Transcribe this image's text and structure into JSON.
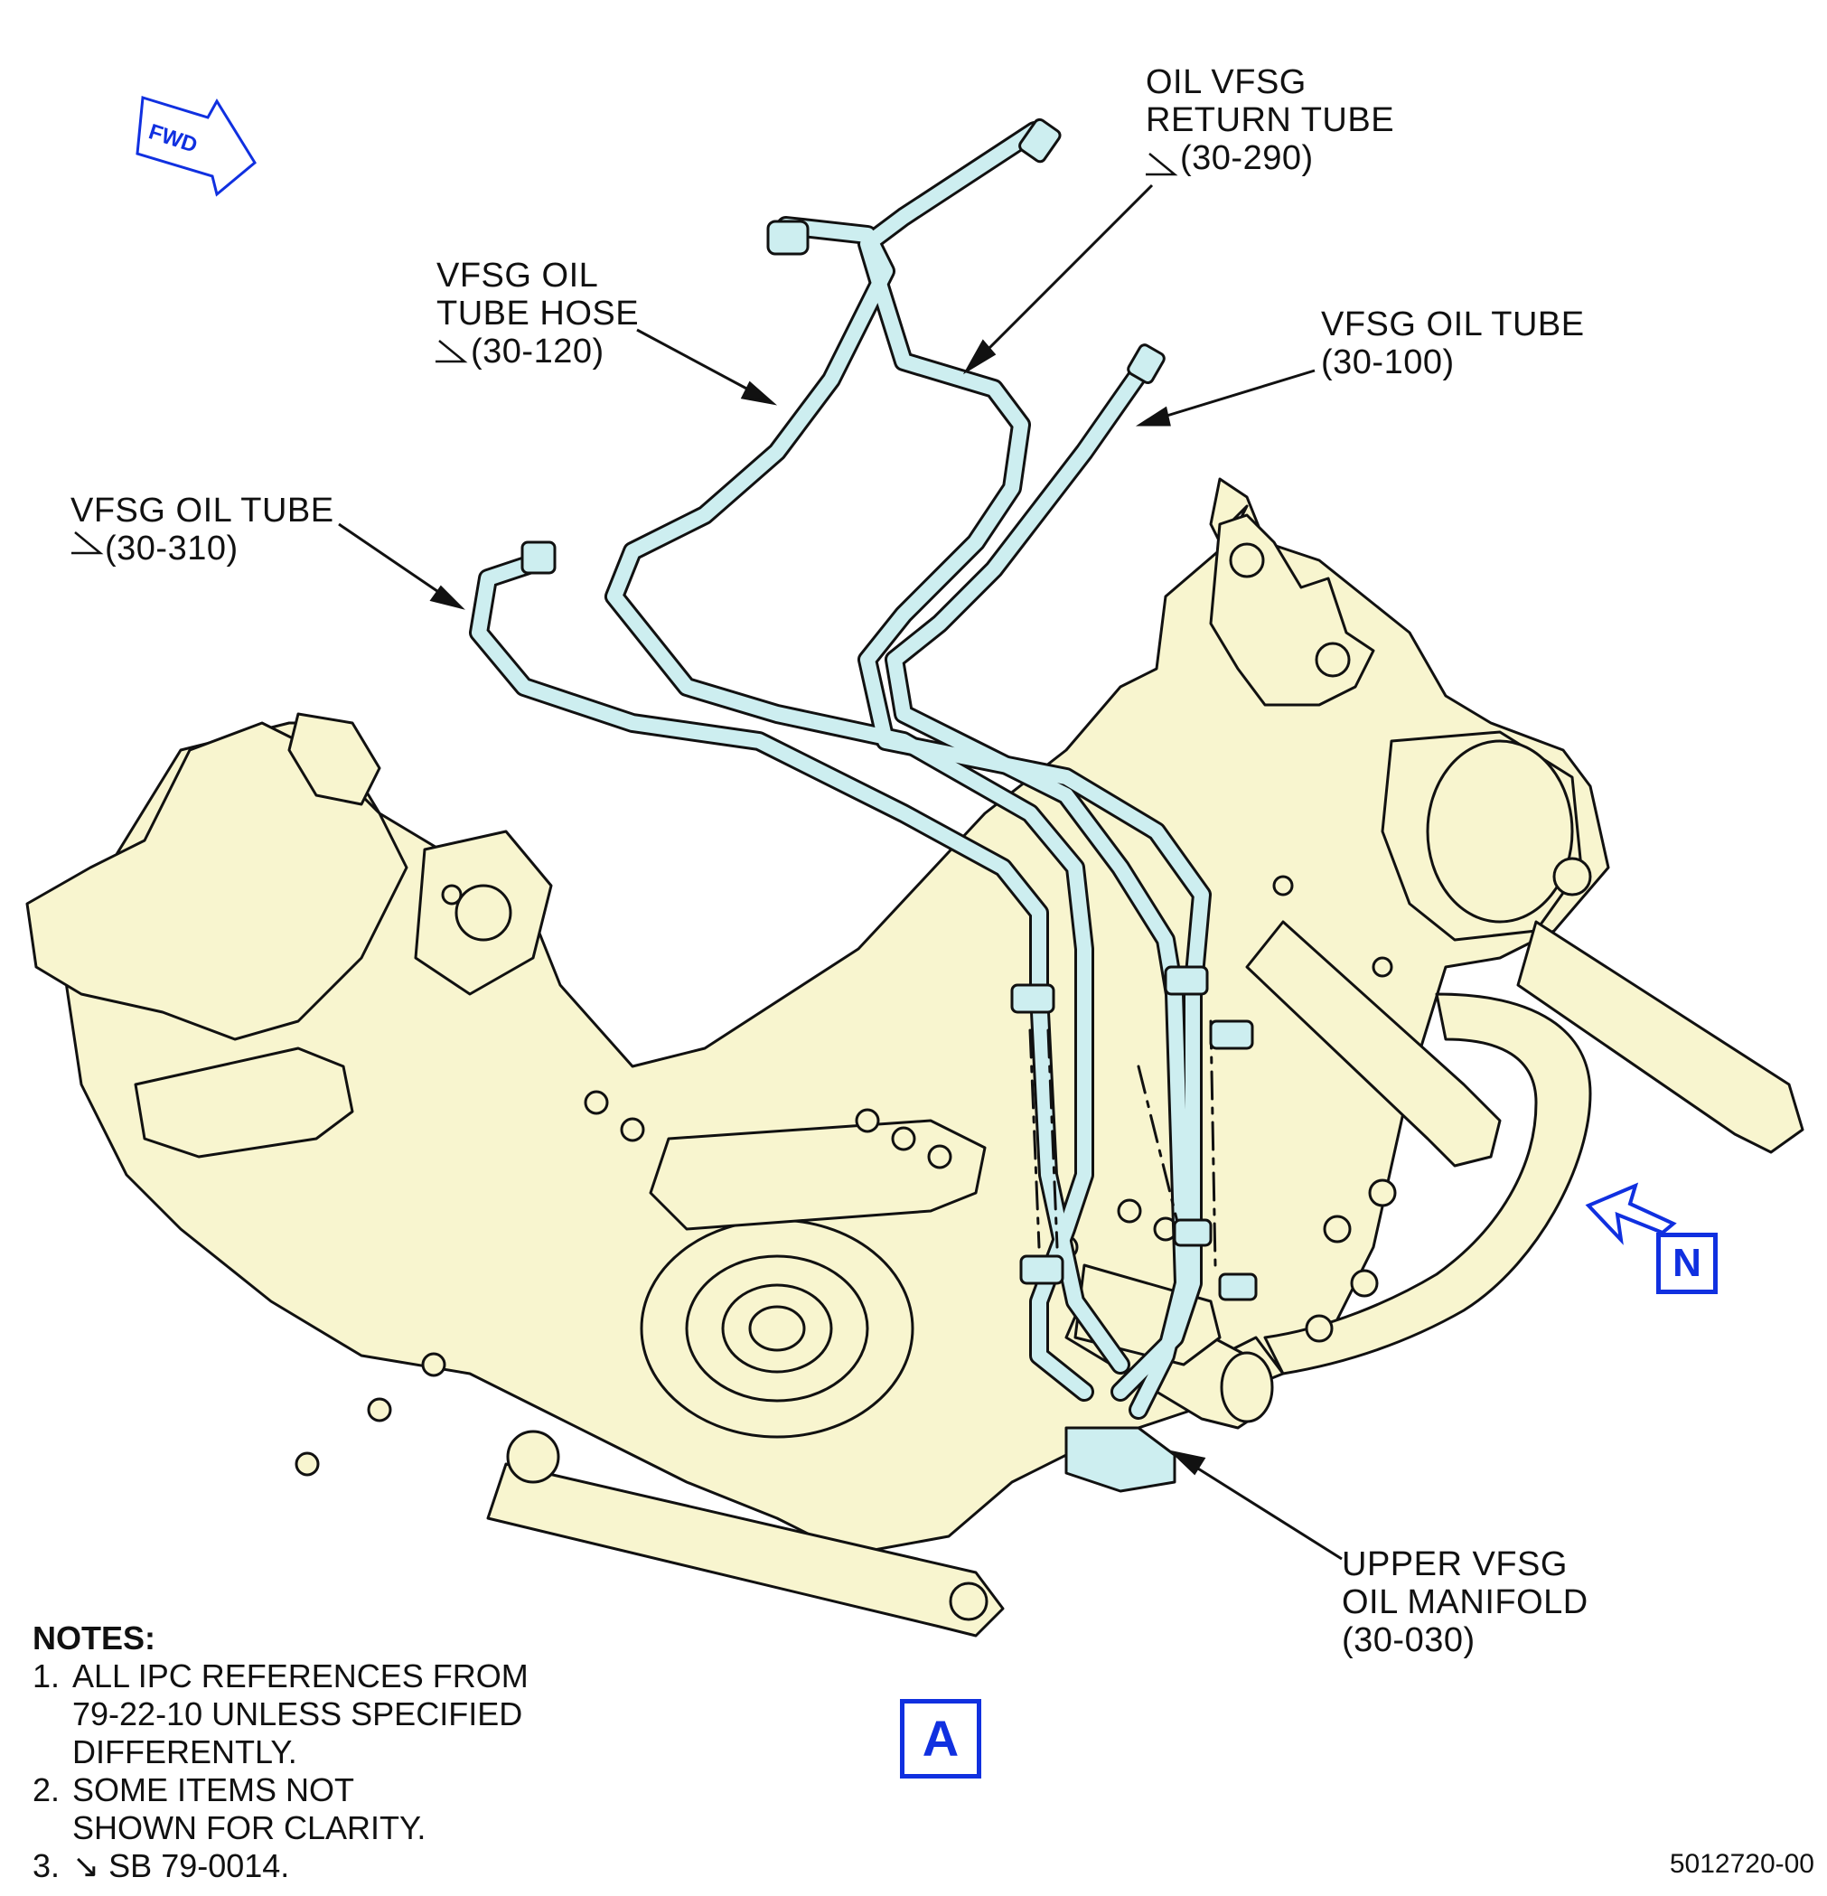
{
  "direction_arrow": {
    "label": "FWD",
    "color": "#1030e0"
  },
  "callouts": {
    "return_tube": {
      "lines": [
        "OIL VFSG",
        "RETURN TUBE"
      ],
      "ref": "(30-290)"
    },
    "tube_hose": {
      "lines": [
        "VFSG OIL",
        "TUBE HOSE"
      ],
      "ref": "(30-120)"
    },
    "tube_100": {
      "lines": [
        "VFSG OIL TUBE"
      ],
      "ref": "(30-100)"
    },
    "tube_310": {
      "lines": [
        "VFSG OIL TUBE"
      ],
      "ref": "(30-310)"
    },
    "manifold": {
      "lines": [
        "UPPER VFSG",
        "OIL MANIFOLD"
      ],
      "ref": "(30-030)"
    }
  },
  "view_labels": {
    "a": "A",
    "n": "N"
  },
  "notes": {
    "heading": "NOTES:",
    "items": [
      {
        "num": "1.",
        "lines": [
          "ALL IPC REFERENCES FROM",
          "79-22-10 UNLESS SPECIFIED",
          "DIFFERENTLY."
        ]
      },
      {
        "num": "2.",
        "lines": [
          "SOME ITEMS NOT",
          "SHOWN FOR CLARITY."
        ]
      },
      {
        "num": "3.",
        "lines": [
          "↘ SB 79-0014."
        ]
      }
    ]
  },
  "figure_number": "5012720-00",
  "colors": {
    "housing": "#f8f5cf",
    "tube": "#cdeef0",
    "accent": "#1030e0",
    "line": "#111111"
  },
  "icons": [
    "fwd-arrow-icon",
    "view-arrow-icon",
    "sb-flag-icon"
  ]
}
